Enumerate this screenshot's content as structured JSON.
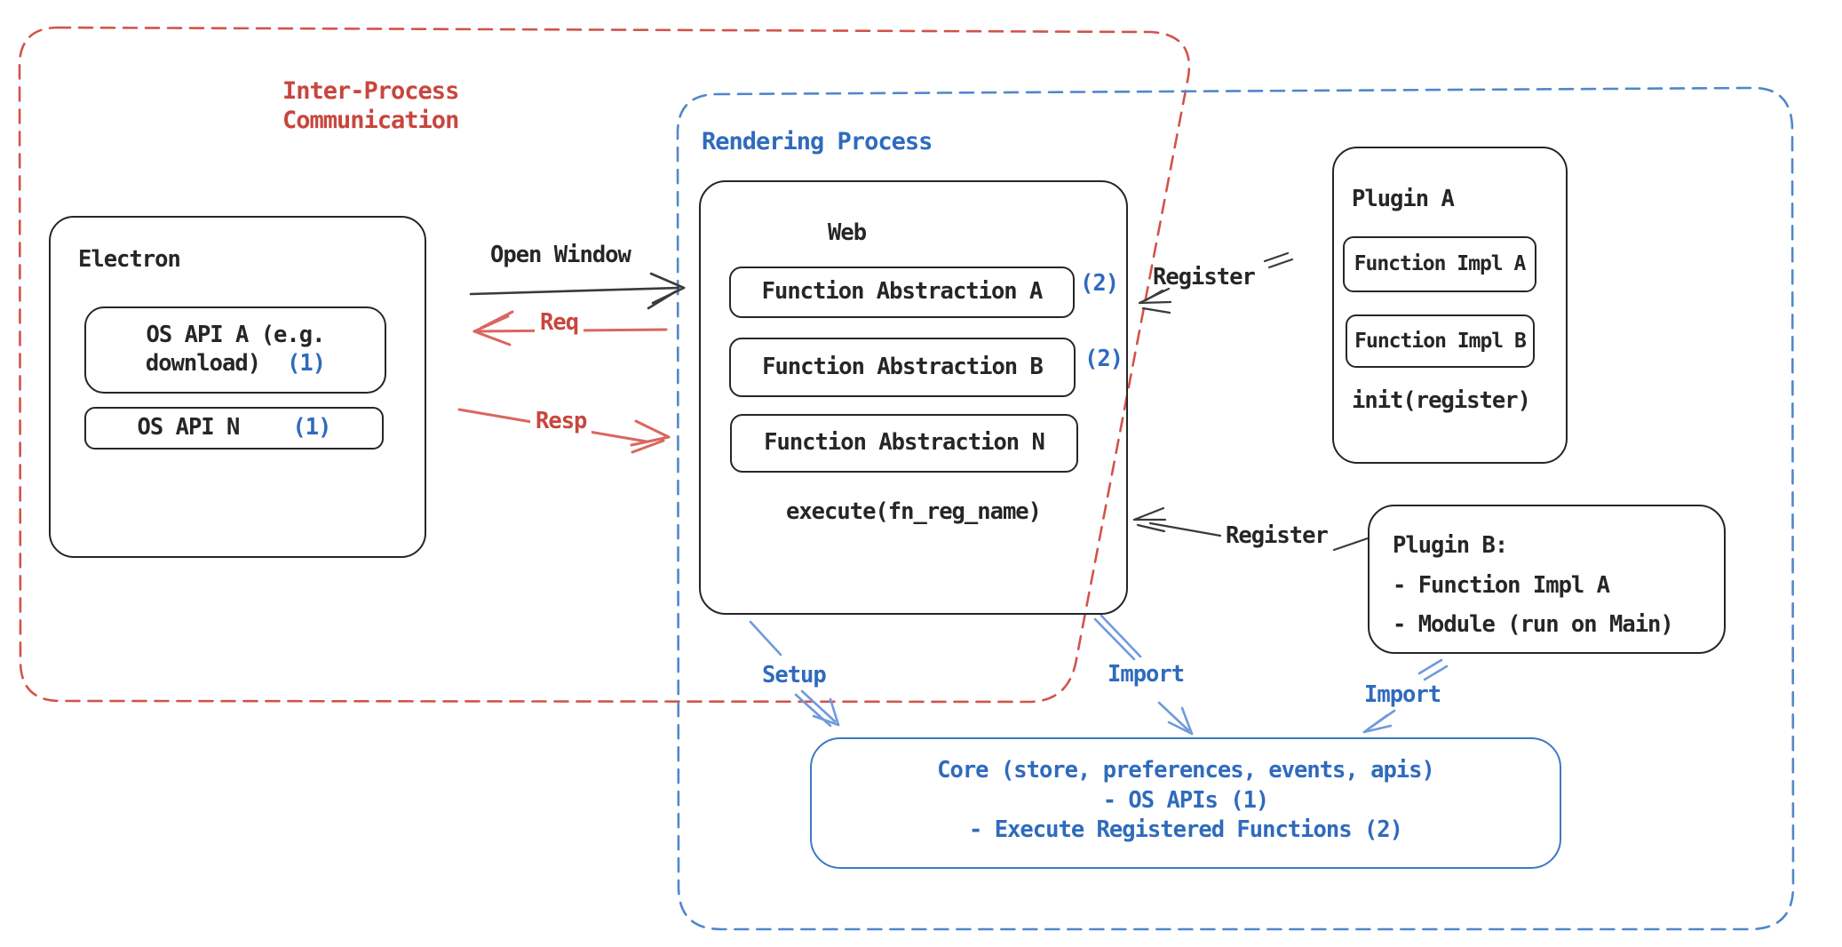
{
  "colors": {
    "red": "#c8463e",
    "red_dash": "#d2534b",
    "red_arrow": "#d9675f",
    "blue": "#2f6bbc",
    "blue_dash": "#5187cb",
    "blue_arrow": "#6f9bd9",
    "ink": "#262626",
    "background": "#ffffff"
  },
  "groups": {
    "ipc": {
      "line1": "Inter-Process",
      "line2": "Communication"
    },
    "rendering": {
      "label": "Rendering Process"
    }
  },
  "nodes": {
    "electron": {
      "title": "Electron",
      "os_api_a": {
        "line1": "OS API A (e.g.",
        "line2": "download)",
        "badge": "(1)"
      },
      "os_api_n": {
        "label": "OS API N",
        "badge": "(1)"
      }
    },
    "web": {
      "title": "Web",
      "fn_a": {
        "label": "Function Abstraction A",
        "badge": "(2)"
      },
      "fn_b": {
        "label": "Function Abstraction B",
        "badge": "(2)"
      },
      "fn_n": {
        "label": "Function Abstraction N"
      },
      "execute_label": "execute(fn_reg_name)"
    },
    "plugin_a": {
      "title": "Plugin A",
      "impl_a": "Function Impl A",
      "impl_b": "Function Impl B",
      "init_label": "init(register)"
    },
    "plugin_b": {
      "line1": "Plugin B:",
      "line2": "- Function Impl A",
      "line3": "- Module (run on Main)"
    },
    "core": {
      "line1": "Core (store, preferences, events, apis)",
      "line2": "- OS APIs (1)",
      "line3": "- Execute Registered Functions (2)"
    }
  },
  "edges": {
    "open_window": "Open Window",
    "req": "Req",
    "resp": "Resp",
    "register_top": "Register",
    "register_bottom": "Register",
    "setup": "Setup",
    "import_web": "Import",
    "import_plugin_b": "Import"
  }
}
